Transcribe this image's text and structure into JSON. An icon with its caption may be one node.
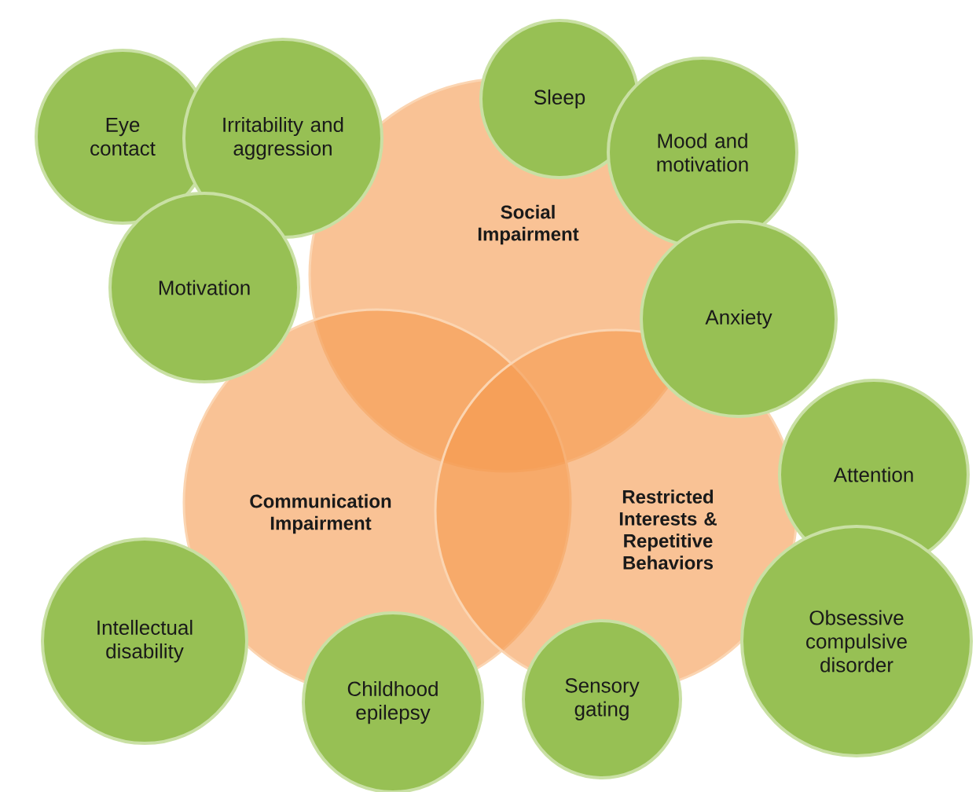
{
  "diagram": {
    "nodes": [
      {
        "text": [
          "Eye contact"
        ]
      },
      {
        "text": [
          "Irritability and aggression"
        ]
      },
      {
        "text": [
          "Sleep"
        ]
      },
      {
        "text": [
          "Mood and motivation"
        ]
      },
      {
        "text": [
          "Social Impairment"
        ]
      },
      {
        "text": [
          "Motivation"
        ]
      },
      {
        "text": [
          "Anxiety"
        ]
      },
      {
        "text": [
          "Communication Impairment"
        ]
      },
      {
        "text": [
          "Restricted Interests & Repetitive Behaviors"
        ]
      },
      {
        "text": [
          "Attention"
        ]
      },
      {
        "text": [
          "Obsessive compulsive disorder"
        ]
      },
      {
        "text": [
          "Intellectual disability"
        ]
      },
      {
        "text": [
          "Childhood epilepsy"
        ]
      },
      {
        "text": [
          "Sensory gating"
        ]
      }
    ]
  }
}
